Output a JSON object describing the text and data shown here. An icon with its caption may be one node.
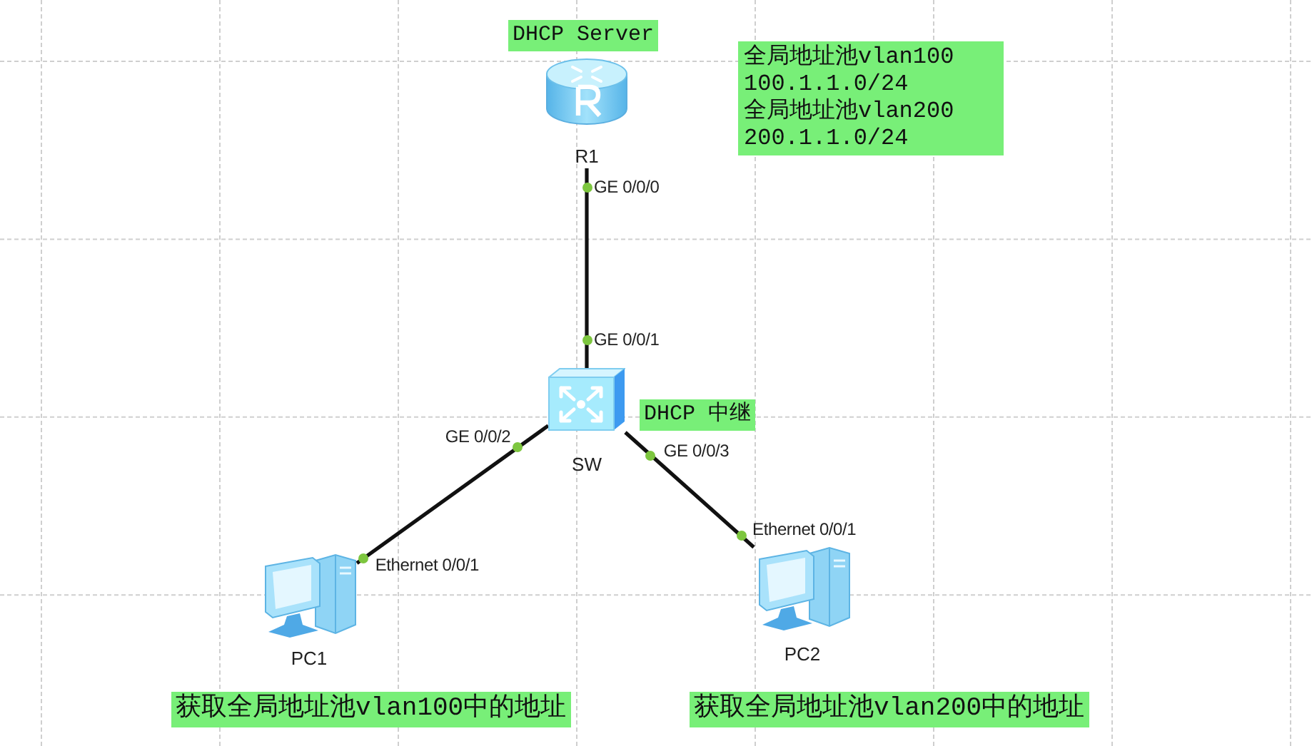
{
  "diagram": {
    "nodes": [
      {
        "text": [
          "R1"
        ],
        "beside": [
          "DHCP Server"
        ]
      },
      {
        "text": [
          "全局地址池vlan100",
          "100.1.1.0/24",
          "全局地址池vlan200",
          "200.1.1.0/24"
        ]
      },
      {
        "text": [
          "SW"
        ],
        "beside": [
          "DHCP 中继"
        ]
      },
      {
        "text": [
          "PC1"
        ],
        "beside": [
          "获取全局地址池vlan100中的地址"
        ]
      },
      {
        "text": [
          "PC2"
        ],
        "beside": [
          "获取全局地址池vlan200中的地址"
        ]
      }
    ],
    "edges": [
      {
        "from": 0,
        "to": 2,
        "arrow": "none"
      },
      {
        "from": 2,
        "to": 3,
        "arrow": "none"
      },
      {
        "from": 2,
        "to": 4,
        "arrow": "none"
      }
    ],
    "labels": [
      "GE 0/0/0",
      "GE 0/0/1",
      "GE 0/0/2",
      "GE 0/0/3",
      "Ethernet 0/0/1",
      "Ethernet 0/0/1"
    ]
  }
}
